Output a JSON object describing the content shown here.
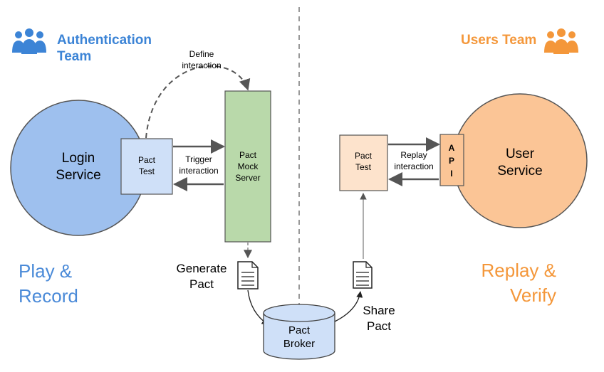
{
  "auth_team": {
    "label_line1": "Authentication",
    "label_line2": "Team",
    "color": "#3c84d6"
  },
  "users_team": {
    "label": "Users Team",
    "color": "#f4973a"
  },
  "login_service": {
    "line1": "Login",
    "line2": "Service",
    "fill": "#9ec0ee"
  },
  "user_service": {
    "line1": "User",
    "line2": "Service",
    "fill": "#fbc596"
  },
  "pact_test_left": {
    "line1": "Pact",
    "line2": "Test"
  },
  "pact_test_right": {
    "line1": "Pact",
    "line2": "Test"
  },
  "mock_server": {
    "line1": "Pact",
    "line2": "Mock",
    "line3": "Server"
  },
  "api_box": {
    "letters": [
      "A",
      "P",
      "I"
    ]
  },
  "define_interaction": {
    "line1": "Define",
    "line2": "interaction"
  },
  "trigger_interaction": {
    "line1": "Trigger",
    "line2": "interaction"
  },
  "replay_interaction": {
    "line1": "Replay",
    "line2": "interaction"
  },
  "generate_pact": {
    "line1": "Generate",
    "line2": "Pact"
  },
  "share_pact": {
    "line1": "Share",
    "line2": "Pact"
  },
  "pact_broker": {
    "line1": "Pact",
    "line2": "Broker"
  },
  "play_record": {
    "line1": "Play &",
    "line2": "Record"
  },
  "replay_verify": {
    "line1": "Replay &",
    "line2": "Verify"
  }
}
